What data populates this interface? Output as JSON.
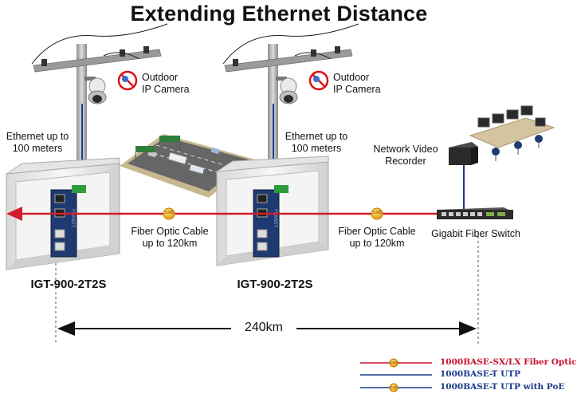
{
  "title": "Extending Ethernet Distance",
  "cameras": [
    {
      "label_line1": "Outdoor",
      "label_line2": "IP Camera"
    },
    {
      "label_line1": "Outdoor",
      "label_line2": "IP Camera"
    }
  ],
  "ethernet_labels": [
    {
      "line1": "Ethernet up to",
      "line2": "100 meters"
    },
    {
      "line1": "Ethernet up to",
      "line2": "100 meters"
    }
  ],
  "fiber_labels": [
    {
      "line1": "Fiber Optic Cable",
      "line2": "up to 120km"
    },
    {
      "line1": "Fiber Optic Cable",
      "line2": "up to 120km"
    }
  ],
  "devices": [
    "IGT-900-2T2S",
    "IGT-900-2T2S"
  ],
  "nvr": {
    "line1": "Network Video",
    "line2": "Recorder"
  },
  "switch_label": "Gigabit Fiber Switch",
  "distance": "240km",
  "badge_text": "1000",
  "poe_badge_text": "PoE",
  "legend": [
    {
      "label": "1000BASE-SX/LX Fiber Optic",
      "color": "#c8102e"
    },
    {
      "label": "1000BASE-T UTP",
      "color": "#1a3a8c"
    },
    {
      "label": "1000BASE-T UTP with PoE",
      "color": "#1a3a8c"
    }
  ]
}
